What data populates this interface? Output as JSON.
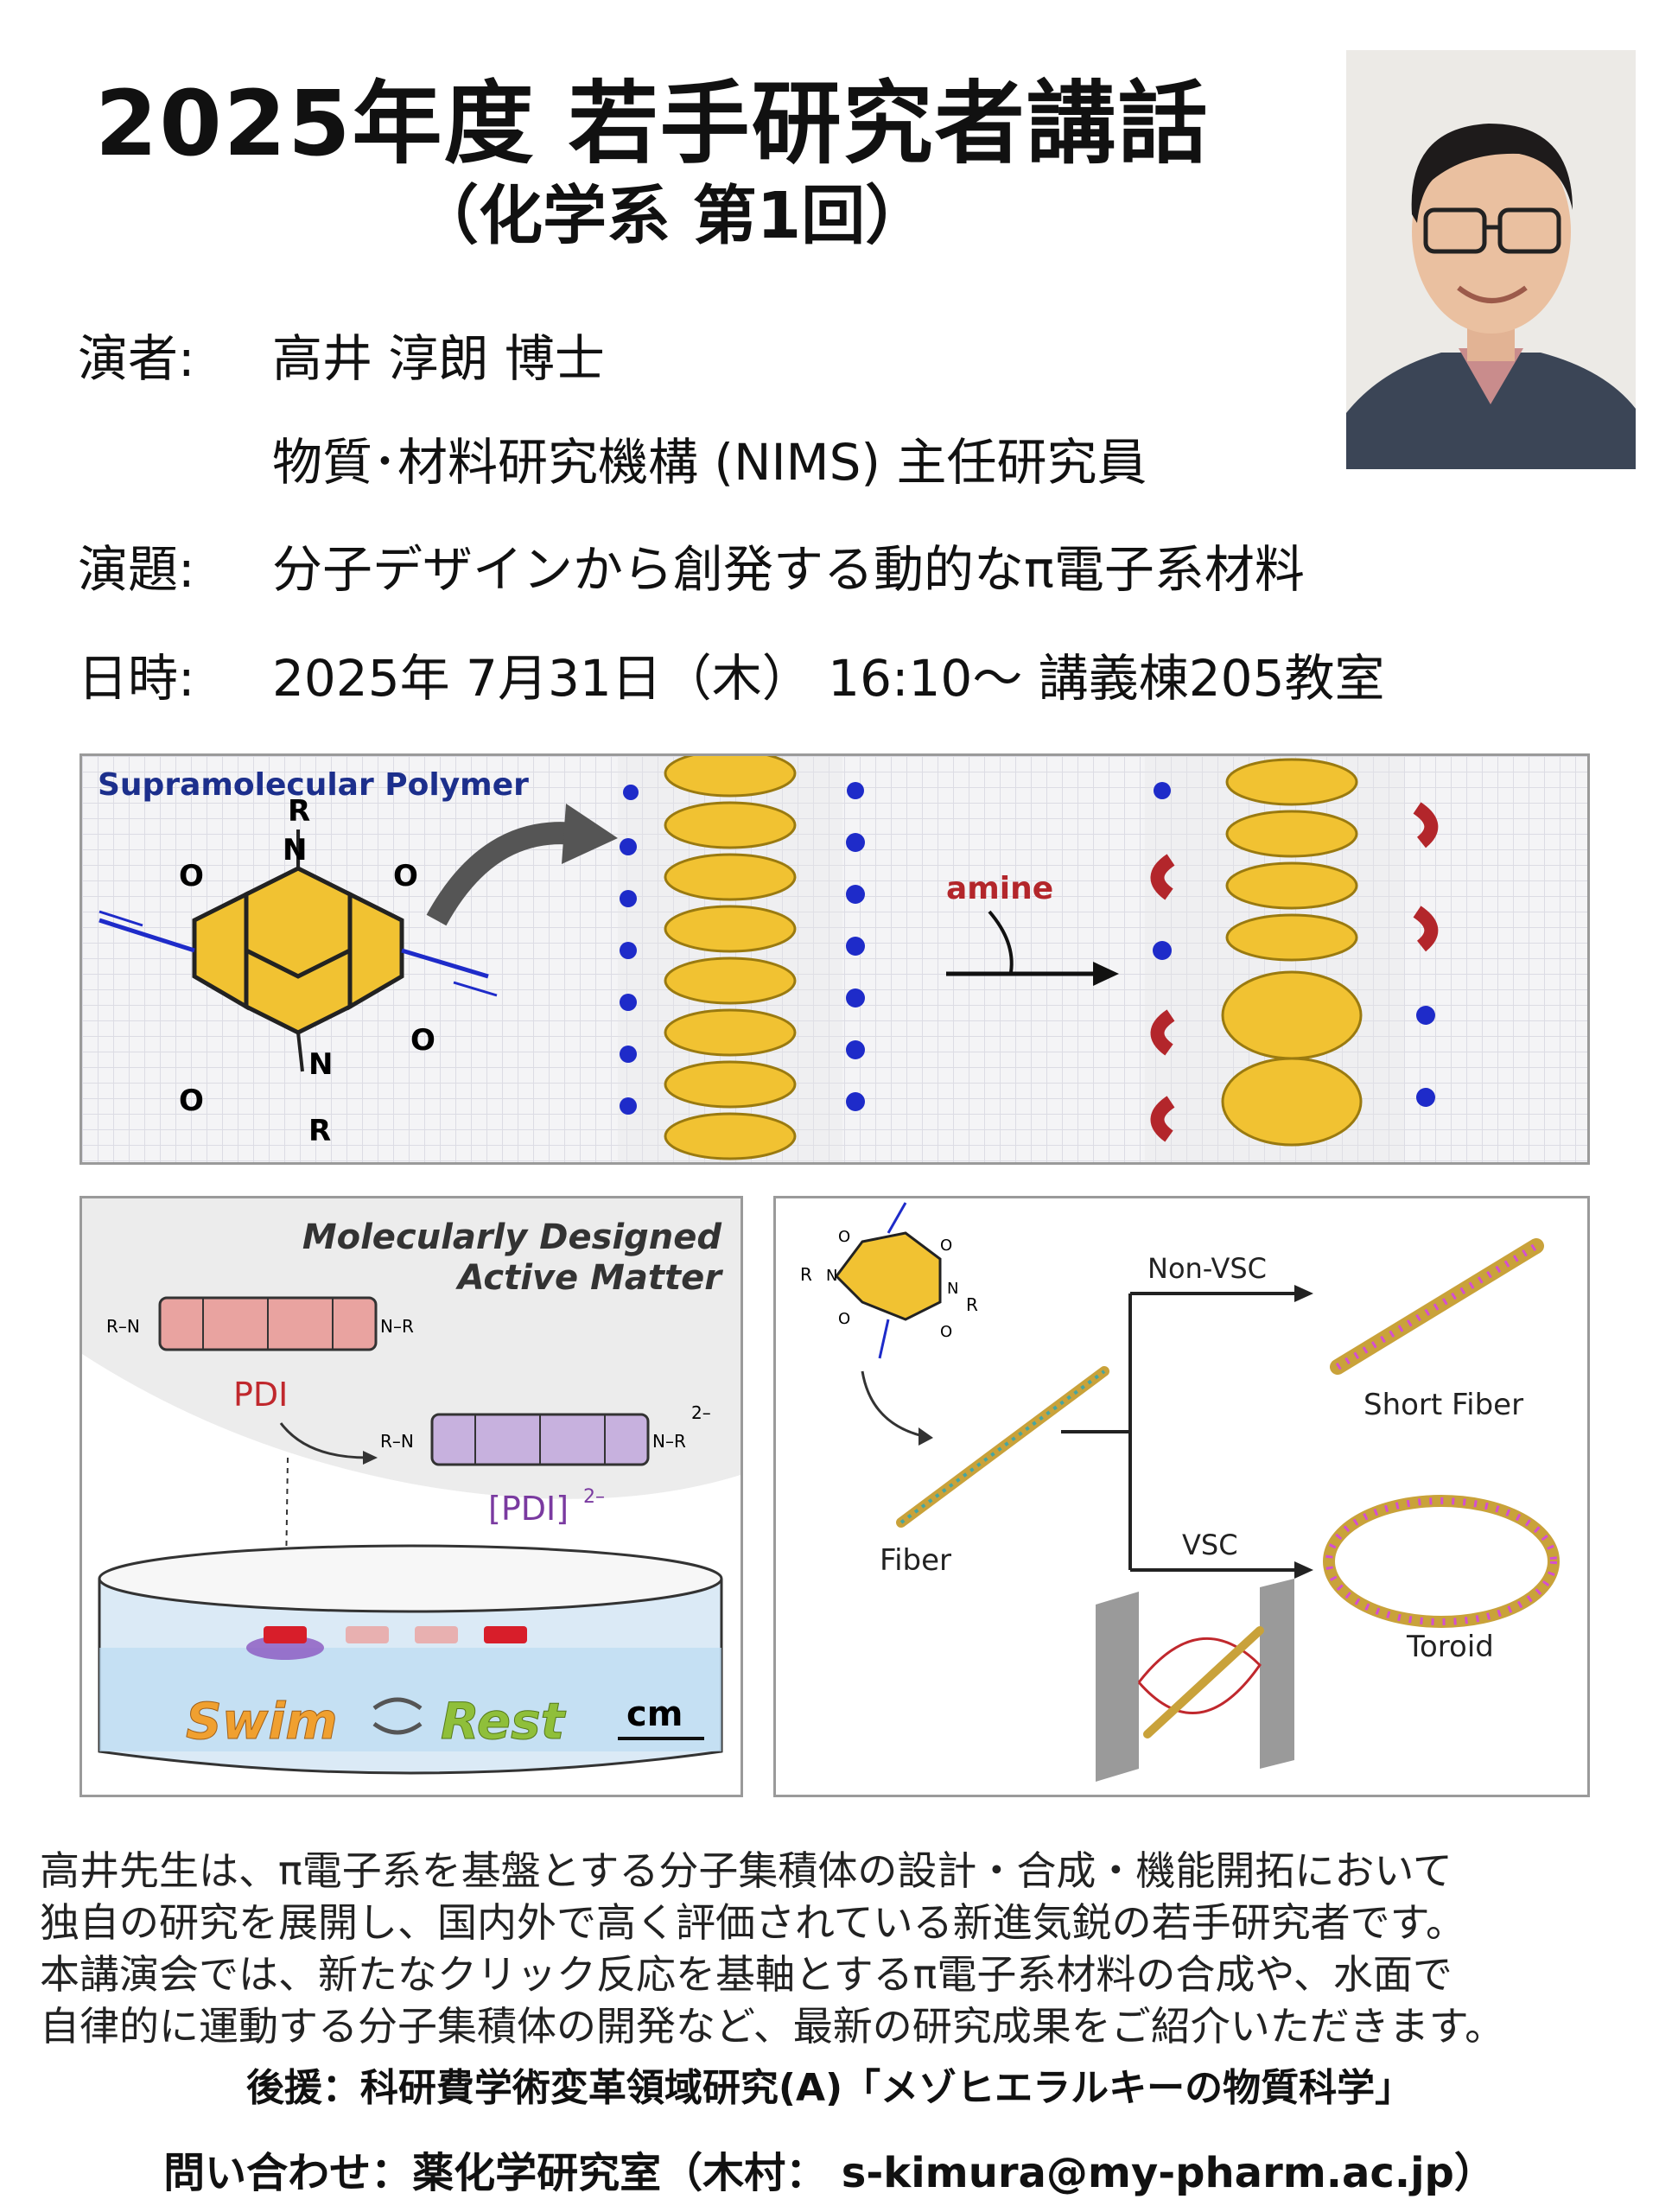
{
  "header": {
    "title": "2025年度 若手研究者講話",
    "subtitle": "（化学系 第1回）"
  },
  "speaker": {
    "label": "演者:",
    "name": "高井 淳朗 博士",
    "affiliation": "物質･材料研究機構 (NIMS) 主任研究員"
  },
  "talk": {
    "label": "演題:",
    "title": "分子デザインから創発する動的なπ電子系材料"
  },
  "schedule": {
    "label": "日時:",
    "value": "2025年 7月31日（木） 16:10〜  講義棟205教室"
  },
  "figure_top": {
    "heading": "Supramolecular Polymer",
    "reagent": "amine",
    "atoms": [
      "R",
      "O",
      "N",
      "O",
      "O",
      "N",
      "O",
      "R"
    ]
  },
  "figure_bl": {
    "heading_line1": "Molecularly Designed",
    "heading_line2": "Active Matter",
    "pdi": "PDI",
    "pdi_anion": "[PDI]",
    "charge": "2–",
    "swim": "Swim",
    "rest": "Rest",
    "scale": "cm",
    "substituent": "R",
    "bond_label": "R–N",
    "bond_label_right": "N–R"
  },
  "figure_br": {
    "non_vsc": "Non-VSC",
    "vsc": "VSC",
    "short_fiber": "Short Fiber",
    "fiber": "Fiber",
    "toroid": "Toroid",
    "substituent": "R",
    "atoms": [
      "O",
      "N",
      "O",
      "O",
      "N",
      "O"
    ]
  },
  "description": [
    "高井先生は、π電子系を基盤とする分子集積体の設計・合成・機能開拓において",
    "独自の研究を展開し、国内外で高く評価されている新進気鋭の若手研究者です。",
    "本講演会では、新たなクリック反応を基軸とするπ電子系材料の合成や、水面で",
    "自律的に運動する分子集積体の開発など、最新の研究成果をご紹介いただきます。"
  ],
  "support": "後援：科研費学術変革領域研究(A)「メゾヒエラルキーの物質科学」",
  "contact": "問い合わせ：薬化学研究室（木村： s-kimura@my-pharm.ac.jp）",
  "colors": {
    "text": "#111111",
    "heading_blue": "#1c2f8c",
    "reagent_red": "#b3262b",
    "pdi_red": "#c0282d",
    "pdi_purple": "#7a3aa0",
    "core_yellow": "#f1c232",
    "sphere_blue": "#1e2bc9",
    "water_blue": "#bcdcf2",
    "swim_orange": "#f0a030",
    "rest_green": "#8fbf3a"
  }
}
